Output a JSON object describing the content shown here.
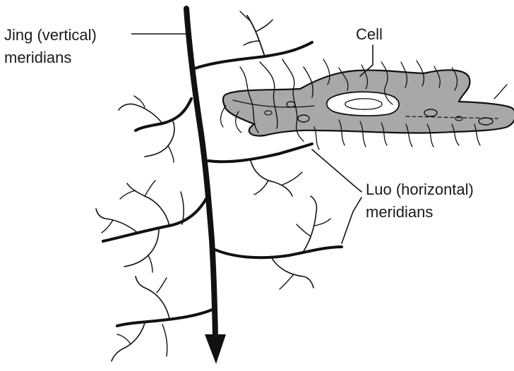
{
  "labels": {
    "jing_line1": "Jing (vertical)",
    "jing_line2": "meridians",
    "cell": "Cell",
    "luo_line1": "Luo (horizontal)",
    "luo_line2": "meridians"
  },
  "colors": {
    "ink": "#111111",
    "cell_fill": "#a8a8a8",
    "background": "#ffffff"
  }
}
